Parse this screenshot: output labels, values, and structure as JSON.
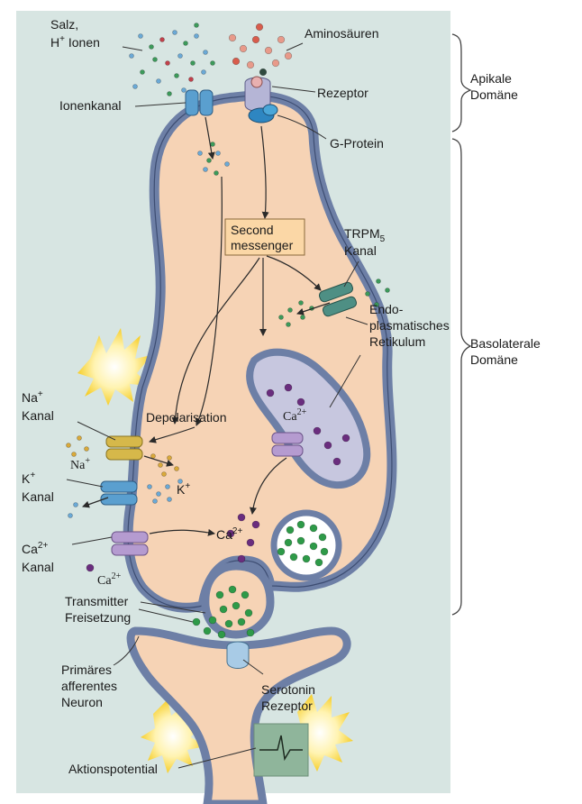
{
  "labels": {
    "salz": "Salz,",
    "h_ionen_prefix": "H",
    "h_ionen_sup": "+",
    "h_ionen_suffix": " Ionen",
    "aminosaeuren": "Aminosäuren",
    "ionenkanal": "Ionenkanal",
    "rezeptor": "Rezeptor",
    "g_protein": "G-Protein",
    "apikale_1": "Apikale",
    "apikale_2": "Domäne",
    "second_1": "Second",
    "second_2": "messenger",
    "trpm_1": "TRPM",
    "trpm_sub": "5",
    "trpm_2": "Kanal",
    "endo_1": "Endo-",
    "endo_2": "plasmatisches",
    "endo_3": "Retikulum",
    "basolaterale_1": "Basolaterale",
    "basolaterale_2": "Domäne",
    "depolarisation": "Depolarisation",
    "na_kanal_1": "Na",
    "na_kanal_sup": "+",
    "na_kanal_2": "Kanal",
    "na_ion": "Na",
    "na_ion_sup": "+",
    "k_kanal_1": "K",
    "k_kanal_sup": "+",
    "k_kanal_2": "Kanal",
    "k_ion": "K",
    "k_ion_sup": "+",
    "ca_kanal_1": "Ca",
    "ca_kanal_sup": "2+",
    "ca_kanal_2": "Kanal",
    "ca_er": "Ca",
    "ca_er_sup": "2+",
    "ca_cyto": "Ca",
    "ca_cyto_sup": "2+",
    "ca_out": "Ca",
    "ca_out_sup": "2+",
    "transmitter_1": "Transmitter",
    "transmitter_2": "Freisetzung",
    "primaeres_1": "Primäres",
    "primaeres_2": "afferentes",
    "primaeres_3": "Neuron",
    "serotonin_1": "Serotonin",
    "serotonin_2": "Rezeptor",
    "aktionspotential": "Aktionspotential"
  },
  "colors": {
    "background": "#d7e5e2",
    "membrane": "#6d7fa6",
    "cytoplasm": "#f6d3b5",
    "er": "#c7c7df",
    "ion_channel": "#5a9fcf",
    "na_channel": "#d6b84a",
    "ca_channel": "#b59bd0",
    "trpm5": "#4e8f84",
    "calcium": "#6a2d7e",
    "transmitter": "#2e9a48",
    "second_messenger_box": "#fbd7a6",
    "flash": "#f8d23a"
  }
}
